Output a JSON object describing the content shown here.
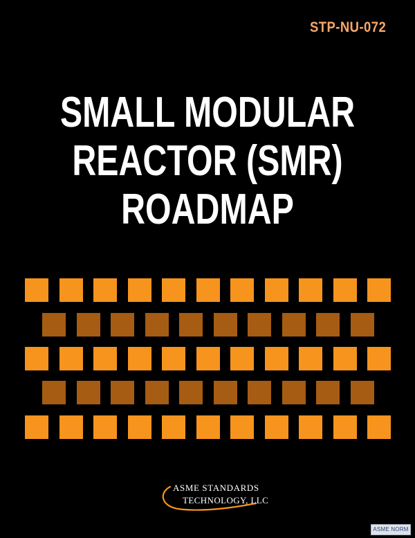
{
  "document": {
    "code": "STP-NU-072",
    "title_lines": [
      "SMALL MODULAR",
      "REACTOR (SMR)",
      "ROADMAP"
    ],
    "publisher_line1": "ASME STANDARDS",
    "publisher_line2": "TECHNOLOGY, LLC",
    "stamp": "ASME NORM"
  },
  "colors": {
    "background": "#000000",
    "code_text": "#f7a86a",
    "title_text": "#ffffff",
    "square_light": "#f7941d",
    "square_dark": "#a65c12"
  },
  "pattern": {
    "rows": [
      "light",
      "dark",
      "light",
      "dark",
      "light"
    ],
    "light_count": 11,
    "dark_count": 10
  }
}
